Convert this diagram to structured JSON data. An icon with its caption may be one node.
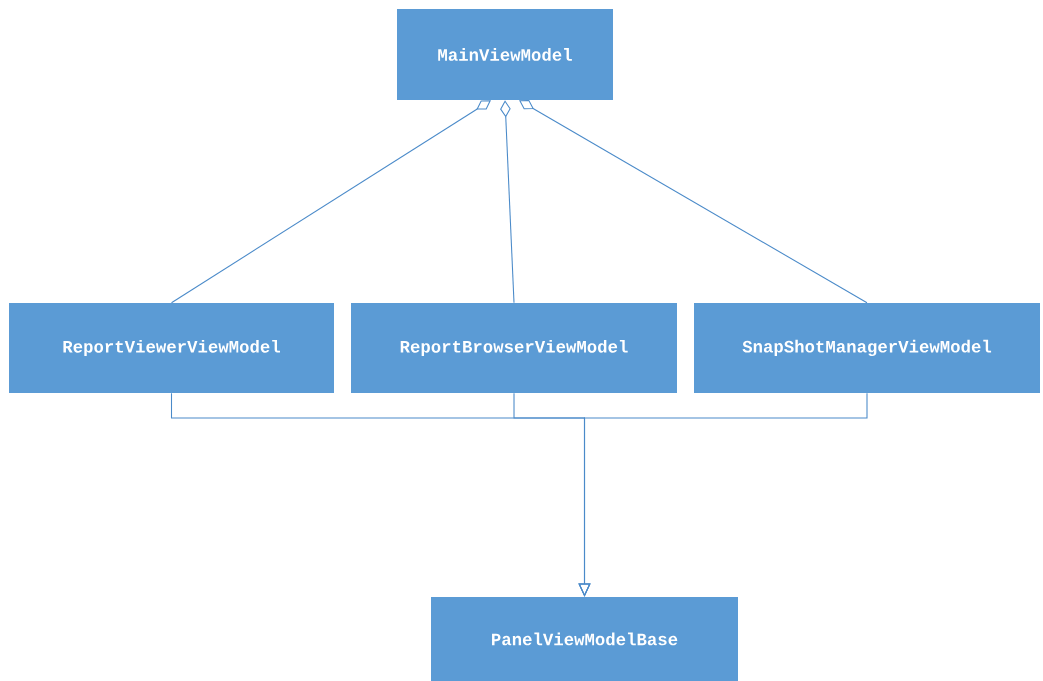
{
  "diagram": {
    "nodes": [
      {
        "text": [
          "MainViewModel"
        ]
      },
      {
        "text": [
          "ReportViewerViewModel"
        ]
      },
      {
        "text": [
          "ReportBrowserViewModel"
        ]
      },
      {
        "text": [
          "SnapShotManagerViewModel"
        ]
      },
      {
        "text": [
          "PanelViewModelBase"
        ]
      }
    ],
    "edges": [
      {
        "from": 1,
        "to": 0,
        "arrow": "other"
      },
      {
        "from": 2,
        "to": 0,
        "arrow": "other"
      },
      {
        "from": 3,
        "to": 0,
        "arrow": "other"
      },
      {
        "from": 1,
        "to": 4,
        "arrow": "to"
      },
      {
        "from": 2,
        "to": 4,
        "arrow": "to"
      },
      {
        "from": 3,
        "to": 4,
        "arrow": "to"
      }
    ]
  }
}
